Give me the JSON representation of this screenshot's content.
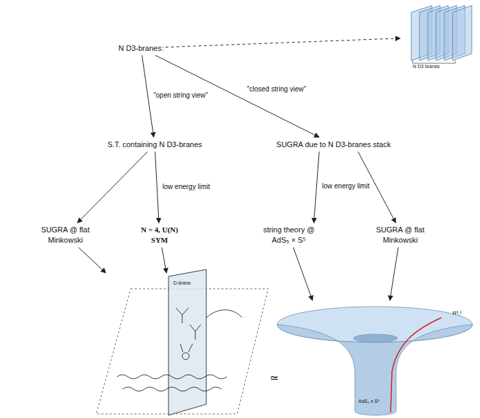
{
  "diagram": {
    "nodes": [
      {
        "text": [
          "N D3-branes:"
        ]
      },
      {
        "text": [
          "N D3 branes"
        ]
      },
      {
        "text": [
          "S.T. containing N D3-branes"
        ]
      },
      {
        "text": [
          "SUGRA due to N D3-branes stack"
        ]
      },
      {
        "text": [
          "SUGRA @ flat Minkowski"
        ]
      },
      {
        "text": [
          "N = 4, U(N) SYM"
        ]
      },
      {
        "text": [
          "string theory @ AdS₅ × S⁵"
        ]
      },
      {
        "text": [
          "SUGRA @ flat Minkowski"
        ]
      },
      {
        "text": [
          "D-brane"
        ]
      },
      {
        "text": [
          "R³,¹",
          "AdS₅ x S⁵"
        ]
      }
    ],
    "edges": [
      {
        "from": 0,
        "to": 1,
        "arrow": "to"
      },
      {
        "from": 0,
        "to": 2,
        "label": "\"open string view\"",
        "arrow": "to"
      },
      {
        "from": 0,
        "to": 3,
        "label": "\"closed string view\"",
        "arrow": "to"
      },
      {
        "from": 2,
        "to": 4,
        "arrow": "to"
      },
      {
        "from": 2,
        "to": 5,
        "label": "low energy limit",
        "arrow": "to"
      },
      {
        "from": 3,
        "to": 6,
        "label": "low energy limit",
        "arrow": "to"
      },
      {
        "from": 3,
        "to": 7,
        "arrow": "to"
      },
      {
        "from": 4,
        "to": 8,
        "arrow": "to"
      },
      {
        "from": 5,
        "to": 8,
        "arrow": "to"
      },
      {
        "from": 6,
        "to": 9,
        "arrow": "to"
      },
      {
        "from": 7,
        "to": 9,
        "arrow": "to"
      }
    ],
    "labels": [
      "≃"
    ]
  }
}
